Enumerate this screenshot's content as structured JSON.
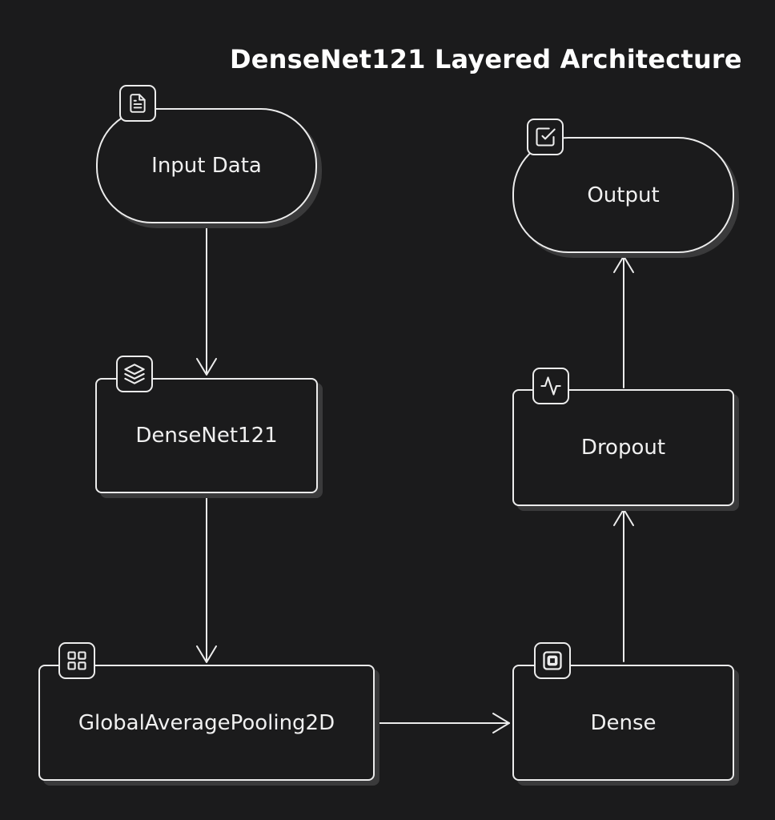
{
  "title": "DenseNet121 Layered Architecture",
  "nodes": {
    "input": {
      "label": "Input Data",
      "icon": "file-text-icon"
    },
    "densenet": {
      "label": "DenseNet121",
      "icon": "layers-icon"
    },
    "gap": {
      "label": "GlobalAveragePooling2D",
      "icon": "grid-icon"
    },
    "dense": {
      "label": "Dense",
      "icon": "square-icon"
    },
    "dropout": {
      "label": "Dropout",
      "icon": "activity-icon"
    },
    "output": {
      "label": "Output",
      "icon": "check-square-icon"
    }
  },
  "edges": [
    {
      "from": "Input Data",
      "to": "DenseNet121"
    },
    {
      "from": "DenseNet121",
      "to": "GlobalAveragePooling2D"
    },
    {
      "from": "GlobalAveragePooling2D",
      "to": "Dense"
    },
    {
      "from": "Dense",
      "to": "Dropout"
    },
    {
      "from": "Dropout",
      "to": "Output"
    }
  ],
  "colors": {
    "background": "#1b1b1c",
    "stroke": "#ececec",
    "shadow": "#3a3a3b"
  }
}
